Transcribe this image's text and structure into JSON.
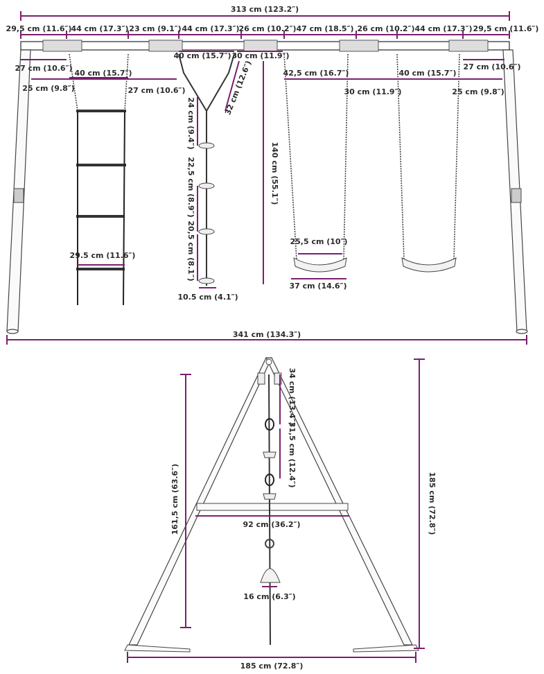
{
  "front_view": {
    "total_top": "313 cm (123.2″)",
    "seg1": "29,5 cm (11.6″)",
    "seg2": "44 cm (17.3″)",
    "seg3": "23 cm (9.1″)",
    "seg4": "44 cm (17.3″)",
    "seg5": "26 cm (10.2″)",
    "seg6": "47 cm (18.5″)",
    "seg7": "26 cm (10.2″)",
    "seg8": "44 cm (17.3″)",
    "seg9": "29,5 cm (11.6″)",
    "ladder_offset": "27 cm (10.6″)",
    "ladder_width_top": "40 cm (15.7″)",
    "ladder_left": "25 cm (9.8″)",
    "ladder_right": "27 cm (10.6″)",
    "trapeze_span": "40 cm (15.7″)",
    "trapeze_gap": "30 cm (11.9″)",
    "trapeze_arm": "32 cm (12.6″)",
    "rope_seg1": "24 cm (9.4″)",
    "rope_seg2": "22,5 cm (8.9″)",
    "rope_seg3": "20,5 cm (8.1″)",
    "rope_disc": "10.5 cm (4.1″)",
    "hang_height": "140 cm (55.1″)",
    "swing1_span": "42,5 cm (16.7″)",
    "swing_between": "30 cm (11.9″)",
    "swing2_span": "40 cm (15.7″)",
    "right_offset": "27 cm (10.6″)",
    "right_edge": "25 cm (9.8″)",
    "ladder_rung": "29.5 cm (11.6″)",
    "seat_inner": "25,5 cm (10″)",
    "seat_outer": "37 cm (14.6″)",
    "total_base": "341 cm (134.3″)"
  },
  "side_view": {
    "rope_top": "34 cm (13.4″)",
    "rope_mid": "31,5 cm (12.4″)",
    "frame_height": "161,5 cm (63.6″)",
    "crossbar": "92 cm (36.2″)",
    "disc": "16 cm (6.3″)",
    "total_height": "185 cm (72.8″)",
    "base_width": "185 cm (72.8″)"
  }
}
